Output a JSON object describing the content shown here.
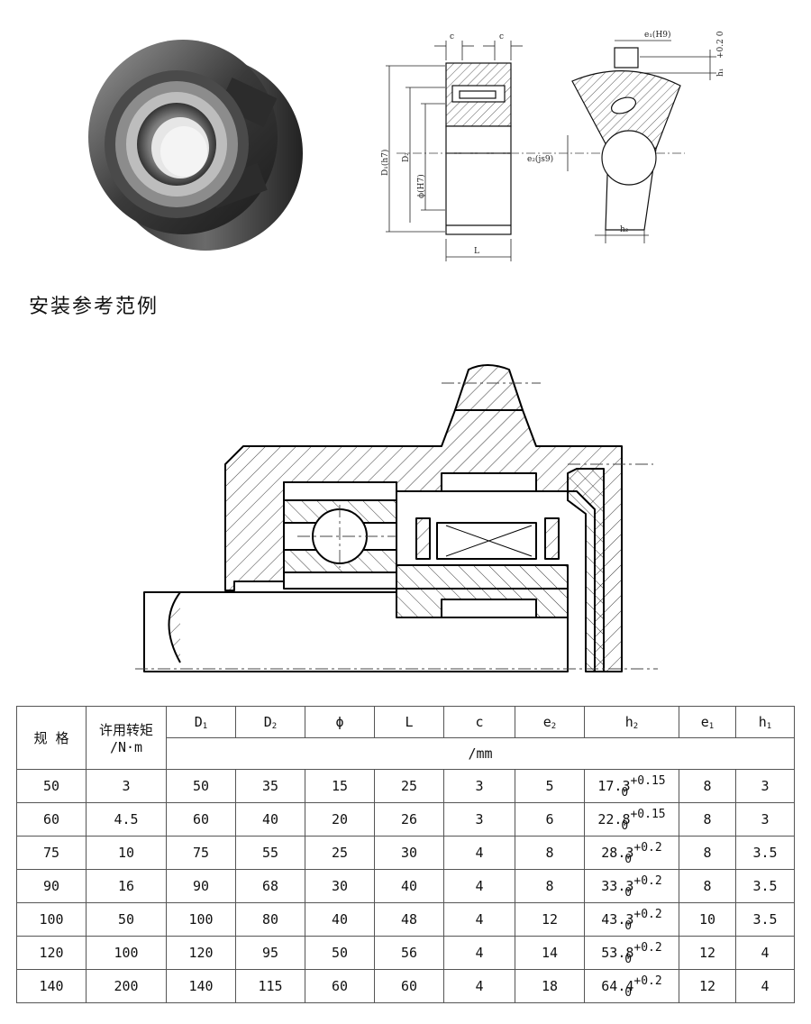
{
  "drawing_labels": {
    "c_left": "c",
    "c_right": "c",
    "D1_h7": "D₁(h7)",
    "D2": "D₂",
    "phi_H7": "ϕ(H7)",
    "e2_js9": "e₂(js9)",
    "L": "L",
    "e1_H9": "e₁(H9)",
    "h1": "h₁",
    "h1_tol": "+0.2 0",
    "h2": "h₂"
  },
  "section_title": "安装参考范例",
  "table": {
    "header": {
      "spec": "规 格",
      "torque_line1": "许用转矩",
      "torque_line2": "/N·m",
      "unit": "/mm",
      "columns": [
        {
          "base": "D",
          "sub": "1"
        },
        {
          "base": "D",
          "sub": "2"
        },
        {
          "base": "ϕ",
          "sub": ""
        },
        {
          "base": "L",
          "sub": ""
        },
        {
          "base": "c",
          "sub": ""
        },
        {
          "base": "e",
          "sub": "2"
        },
        {
          "base": "h",
          "sub": "2"
        },
        {
          "base": "e",
          "sub": "1"
        },
        {
          "base": "h",
          "sub": "1"
        }
      ]
    },
    "rows": [
      {
        "spec": "50",
        "torque": "3",
        "D1": "50",
        "D2": "35",
        "phi": "15",
        "L": "25",
        "c": "3",
        "e2": "5",
        "h2": "17.3",
        "h2_up": "+0.15",
        "h2_lo": "0",
        "e1": "8",
        "h1": "3"
      },
      {
        "spec": "60",
        "torque": "4.5",
        "D1": "60",
        "D2": "40",
        "phi": "20",
        "L": "26",
        "c": "3",
        "e2": "6",
        "h2": "22.8",
        "h2_up": "+0.15",
        "h2_lo": "0",
        "e1": "8",
        "h1": "3"
      },
      {
        "spec": "75",
        "torque": "10",
        "D1": "75",
        "D2": "55",
        "phi": "25",
        "L": "30",
        "c": "4",
        "e2": "8",
        "h2": "28.3",
        "h2_up": "+0.2",
        "h2_lo": "0",
        "e1": "8",
        "h1": "3.5"
      },
      {
        "spec": "90",
        "torque": "16",
        "D1": "90",
        "D2": "68",
        "phi": "30",
        "L": "40",
        "c": "4",
        "e2": "8",
        "h2": "33.3",
        "h2_up": "+0.2",
        "h2_lo": "0",
        "e1": "8",
        "h1": "3.5"
      },
      {
        "spec": "100",
        "torque": "50",
        "D1": "100",
        "D2": "80",
        "phi": "40",
        "L": "48",
        "c": "4",
        "e2": "12",
        "h2": "43.3",
        "h2_up": "+0.2",
        "h2_lo": "0",
        "e1": "10",
        "h1": "3.5"
      },
      {
        "spec": "120",
        "torque": "100",
        "D1": "120",
        "D2": "95",
        "phi": "50",
        "L": "56",
        "c": "4",
        "e2": "14",
        "h2": "53.8",
        "h2_up": "+0.2",
        "h2_lo": "0",
        "e1": "12",
        "h1": "4"
      },
      {
        "spec": "140",
        "torque": "200",
        "D1": "140",
        "D2": "115",
        "phi": "60",
        "L": "60",
        "c": "4",
        "e2": "18",
        "h2": "64.4",
        "h2_up": "+0.2",
        "h2_lo": "0",
        "e1": "12",
        "h1": "4"
      }
    ]
  }
}
